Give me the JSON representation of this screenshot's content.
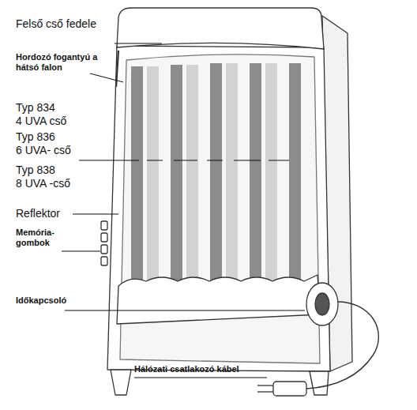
{
  "diagram": {
    "labels": [
      "Felső cső fedele",
      "Hordozó fogantyú a hátsó falon",
      "Typ 834",
      "4 UVA cső",
      "Typ 836",
      "6 UVA- cső",
      "Typ 838",
      "8 UVA -cső",
      "Reflektor",
      "Memória- gombok",
      "Időkapcsoló",
      "Hálózati csatlakozó kábel"
    ]
  }
}
